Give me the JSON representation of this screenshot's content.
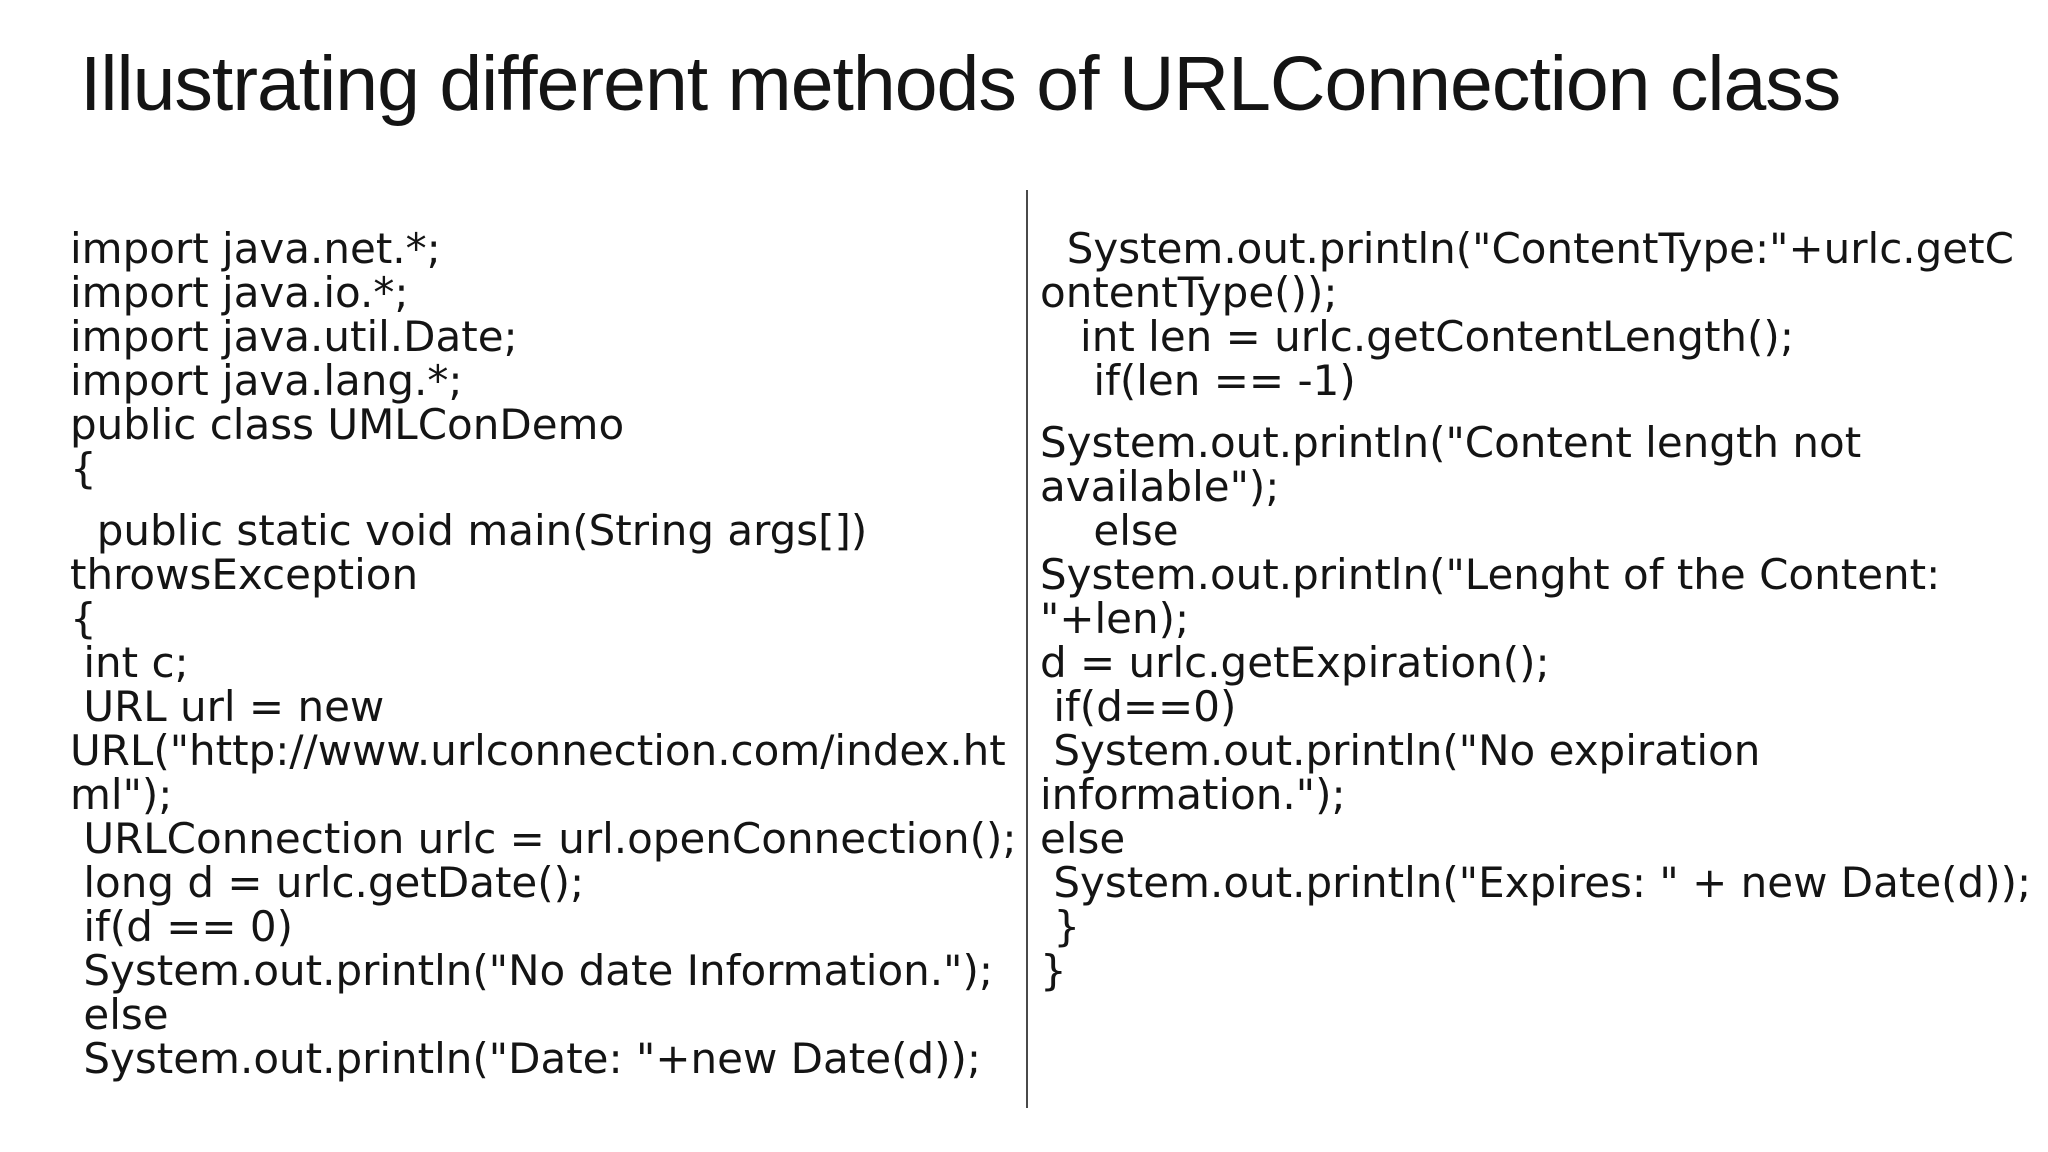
{
  "title": "Illustrating different methods of URLConnection class",
  "colors": {
    "background": "#ffffff",
    "text": "#141414",
    "divider": "#4a4a4a"
  },
  "code": {
    "left": {
      "paragraphs": [
        [
          "import java.net.*;",
          "import java.io.*;",
          "import java.util.Date;",
          "import java.lang.*;",
          "public class UMLConDemo",
          "{"
        ],
        [
          "  public static void main(String args[])",
          "throwsException",
          "{",
          " int c;",
          " URL url = new",
          "URL(\"http://www.urlconnection.com/index.ht",
          "ml\");",
          " URLConnection urlc = url.openConnection();",
          " long d = urlc.getDate();",
          " if(d == 0)",
          " System.out.println(\"No date Information.\");",
          " else",
          " System.out.println(\"Date: \"+new Date(d));"
        ]
      ]
    },
    "right": {
      "paragraphs": [
        [
          "  System.out.println(\"ContentType:\"+urlc.getC",
          "ontentType());",
          "   int len = urlc.getContentLength();",
          "    if(len == -1)"
        ],
        [
          "System.out.println(\"Content length not",
          "available\");",
          "    else",
          "System.out.println(\"Lenght of the Content:",
          "\"+len);",
          "d = urlc.getExpiration();",
          " if(d==0)",
          " System.out.println(\"No expiration",
          "information.\");",
          "else",
          " System.out.println(\"Expires: \" + new Date(d));",
          " }",
          "}"
        ]
      ]
    }
  }
}
